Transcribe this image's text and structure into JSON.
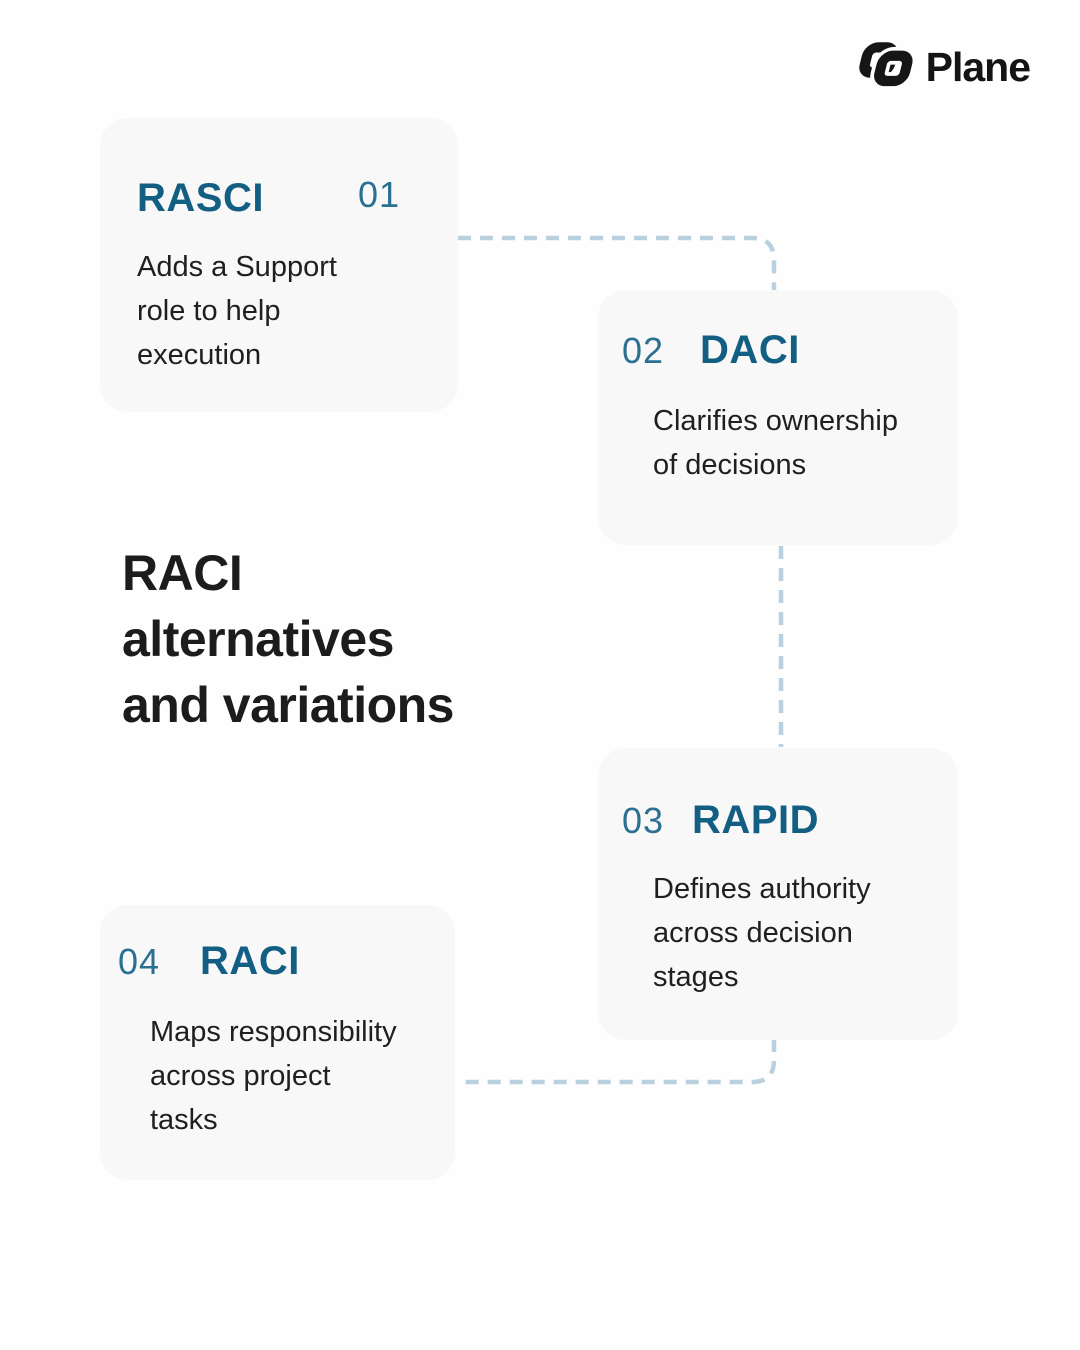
{
  "brand": {
    "name": "Plane",
    "logo_icon": "plane-logo-icon"
  },
  "title": {
    "text": "RACI alternatives and variations",
    "text_multiline": "RACI\nalternatives\nand variations"
  },
  "cards": [
    {
      "number": "01",
      "name": "RASCI",
      "description": "Adds a Support\nrole to help\nexecution",
      "number_position": "right"
    },
    {
      "number": "02",
      "name": "DACI",
      "description": "Clarifies ownership\nof decisions",
      "number_position": "left"
    },
    {
      "number": "03",
      "name": "RAPID",
      "description": "Defines authority\nacross decision\nstages",
      "number_position": "left"
    },
    {
      "number": "04",
      "name": "RACI",
      "description": "Maps responsibility\nacross project\ntasks",
      "number_position": "left"
    }
  ],
  "colors": {
    "accent_teal": "#135f83",
    "number_teal": "#2b7093",
    "connector_blue": "#b9d0de",
    "card_background": "#f8f8f8",
    "title_text": "#1c1c1c",
    "body_text": "#1f1f1f",
    "logo_black": "#161616"
  }
}
